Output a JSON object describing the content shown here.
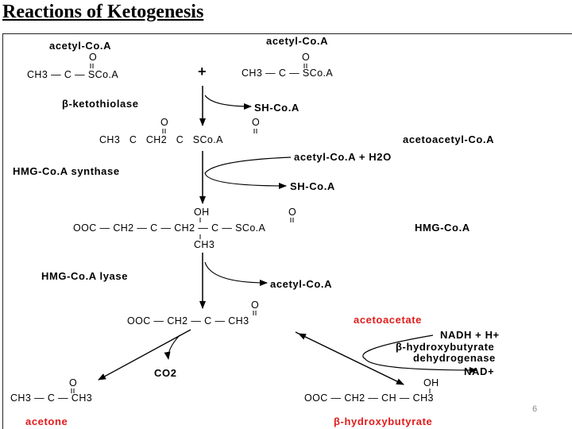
{
  "slide": {
    "title": "Reactions of Ketogenesis",
    "page_number": "6"
  },
  "diagram": {
    "substrate_left_label": "acetyl-Co.A",
    "substrate_left_formula": "CH3 — C — SCo.A",
    "substrate_right_label": "acetyl-Co.A",
    "substrate_right_formula": "CH3 — C — SCo.A",
    "plus": "+",
    "enzyme_thiolase": "β-ketothiolase",
    "thiolase_product": "SH-Co.A",
    "acetoacetyl_formula": "CH3   C   CH2   C   SCo.A",
    "acetoacetyl_label": "acetoacetyl-Co.A",
    "enzyme_hmg_synthase": "HMG-Co.A synthase",
    "synthase_input": "acetyl-Co.A + H2O",
    "synthase_output": "SH-Co.A",
    "hmg_oh": "OH",
    "hmg_formula": "OOC — CH2 — C — CH2 — C — SCo.A",
    "hmg_ch3": "CH3",
    "hmg_label": "HMG-Co.A",
    "enzyme_hmg_lyase": "HMG-Co.A lyase",
    "lyase_output": "acetyl-Co.A",
    "acetoacetate_formula": "OOC — CH2 — C — CH3",
    "acetoacetate_label": "acetoacetate",
    "co2": "CO2",
    "nadh": "NADH + H+",
    "enzyme_bhbdh_line1": "β-hydroxybutyrate",
    "enzyme_bhbdh_line2": "dehydrogenase",
    "nad": "NAD+",
    "acetone_formula": "CH3 — C — CH3",
    "acetone_label": "acetone",
    "bhb_oh": "OH",
    "bhb_formula": "OOC — CH2 — CH — CH3",
    "bhb_label": "β-hydroxybutyrate",
    "carbonyl_o": "O"
  },
  "colors": {
    "product_label": "#e21b1b",
    "text": "#000000"
  }
}
